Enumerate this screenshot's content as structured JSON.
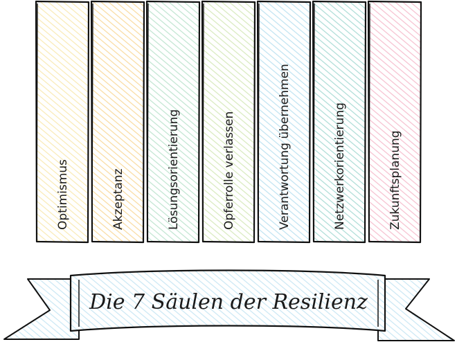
{
  "pillars": [
    {
      "label": "Optimismus",
      "color": "#f6e39a"
    },
    {
      "label": "Akzeptanz",
      "color": "#f7cf7e"
    },
    {
      "label": "Lösungsorientierung",
      "color": "#a9dcc0"
    },
    {
      "label": "Opferrolle verlassen",
      "color": "#c9e3a7"
    },
    {
      "label": "Verantwortung übernehmen",
      "color": "#a8d9ec"
    },
    {
      "label": "Netzwerkorientierung",
      "color": "#8fd0c8"
    },
    {
      "label": "Zukunftsplanung",
      "color": "#f2a9bf"
    }
  ],
  "banner": {
    "title": "Die 7 Säulen der Resilienz",
    "color": "#b7def0"
  }
}
